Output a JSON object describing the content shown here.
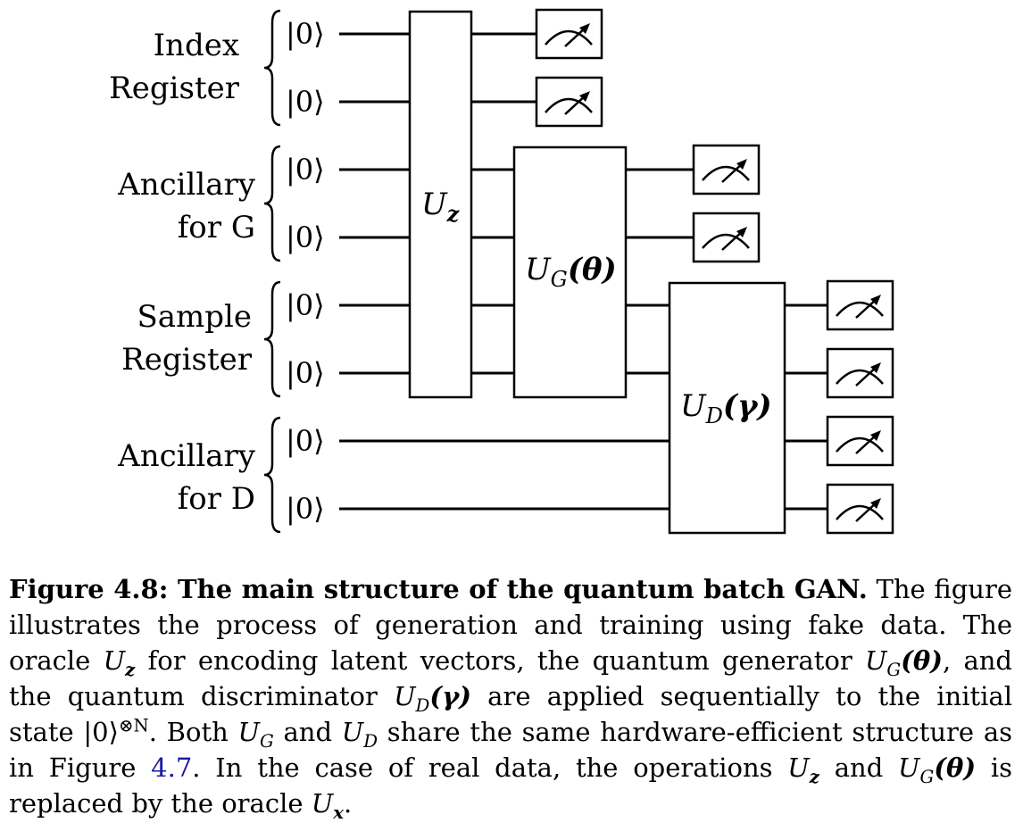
{
  "registers": [
    {
      "line1": "Index",
      "line2": "Register"
    },
    {
      "line1": "Ancillary",
      "line2": "for G"
    },
    {
      "line1": "Sample",
      "line2": "Register"
    },
    {
      "line1": "Ancillary",
      "line2": "for D"
    }
  ],
  "ket": "|0⟩",
  "gates": {
    "uz": {
      "base": "U",
      "sub": "z"
    },
    "ug": {
      "base": "U",
      "sub": "G",
      "arg": "(θ)"
    },
    "ud": {
      "base": "U",
      "sub": "D",
      "arg": "(γ)"
    }
  },
  "caption": {
    "bold": "Figure 4.8: The main structure of the quantum batch GAN.",
    "t1": " The figure illustrates the process of generation and training using fake data. The oracle ",
    "uz_base": "U",
    "uz_sub": "z",
    "t2": " for encoding latent vectors, the quantum generator ",
    "ug_base": "U",
    "ug_sub": "G",
    "ug_arg": "(θ)",
    "t3": ", and the quantum discriminator ",
    "ud_base": "U",
    "ud_sub": "D",
    "ud_arg": "(γ)",
    "t4": " are applied sequentially to the initial state ",
    "state": "|0⟩",
    "state_sup": "⊗N",
    "t5": ". Both ",
    "ug2_base": "U",
    "ug2_sub": "G",
    "t6": " and ",
    "ud2_base": "U",
    "ud2_sub": "D",
    "t7": " share the same hardware-efficient structure as in Figure ",
    "ref": "4.7",
    "t8": ". In the case of real data, the operations ",
    "uz2_base": "U",
    "uz2_sub": "z",
    "t9": " and ",
    "ug3_base": "U",
    "ug3_sub": "G",
    "ug3_arg": "(θ)",
    "t10": " is replaced by the oracle ",
    "ux_base": "U",
    "ux_sub": "x",
    "t11": "."
  }
}
